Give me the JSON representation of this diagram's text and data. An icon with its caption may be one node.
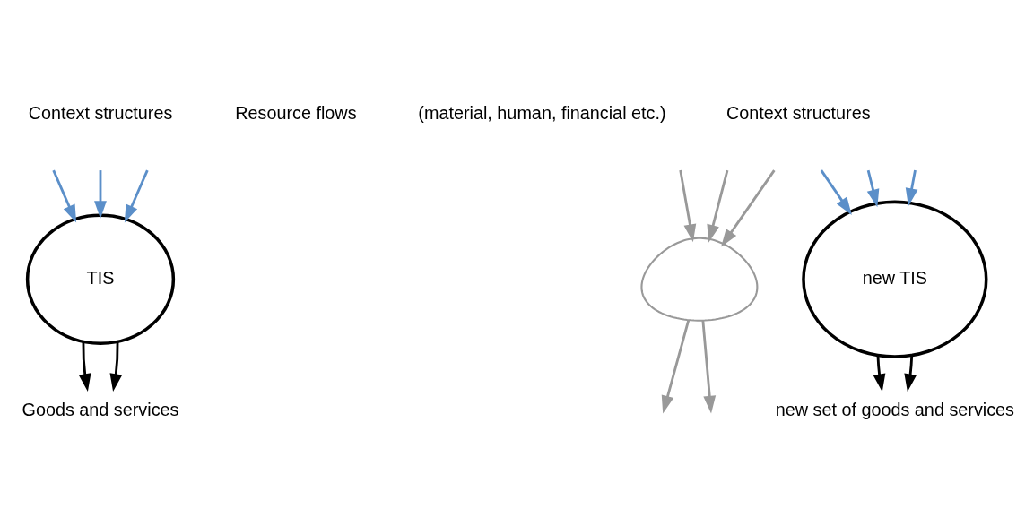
{
  "diagram": {
    "nodes": [
      {
        "text": [
          "TIS"
        ]
      },
      {
        "text": [
          "Goods and services"
        ]
      },
      {
        "text": [],
        "shape": "cloud"
      },
      {
        "text": [
          "new TIS"
        ]
      },
      {
        "text": [
          "new set of goods and services"
        ]
      }
    ],
    "edges": [
      {
        "from": null,
        "to": 0,
        "arrow": "to",
        "color": "#5b8fc9"
      },
      {
        "from": null,
        "to": 0,
        "arrow": "to",
        "color": "#5b8fc9"
      },
      {
        "from": null,
        "to": 0,
        "arrow": "to",
        "color": "#5b8fc9"
      },
      {
        "from": 0,
        "to": 1,
        "arrow": "to",
        "color": "#000000"
      },
      {
        "from": 0,
        "to": 1,
        "arrow": "to",
        "color": "#000000"
      },
      {
        "from": 2,
        "to": null,
        "arrow": "to",
        "color": "#999999"
      },
      {
        "from": 2,
        "to": null,
        "arrow": "to",
        "color": "#999999"
      },
      {
        "from": null,
        "to": 2,
        "arrow": "to",
        "color": "#999999"
      },
      {
        "from": null,
        "to": 2,
        "arrow": "to",
        "color": "#999999"
      },
      {
        "from": null,
        "to": 2,
        "arrow": "to",
        "color": "#999999"
      },
      {
        "from": null,
        "to": 3,
        "arrow": "to",
        "color": "#5b8fc9"
      },
      {
        "from": null,
        "to": 3,
        "arrow": "to",
        "color": "#5b8fc9"
      },
      {
        "from": null,
        "to": 3,
        "arrow": "to",
        "color": "#5b8fc9"
      },
      {
        "from": 3,
        "to": 4,
        "arrow": "to",
        "color": "#000000"
      },
      {
        "from": 3,
        "to": 4,
        "arrow": "to",
        "color": "#000000"
      }
    ],
    "labels": [
      "Context structures",
      "Resource flows",
      "(material, human, financial etc.)",
      "Context structures"
    ]
  }
}
